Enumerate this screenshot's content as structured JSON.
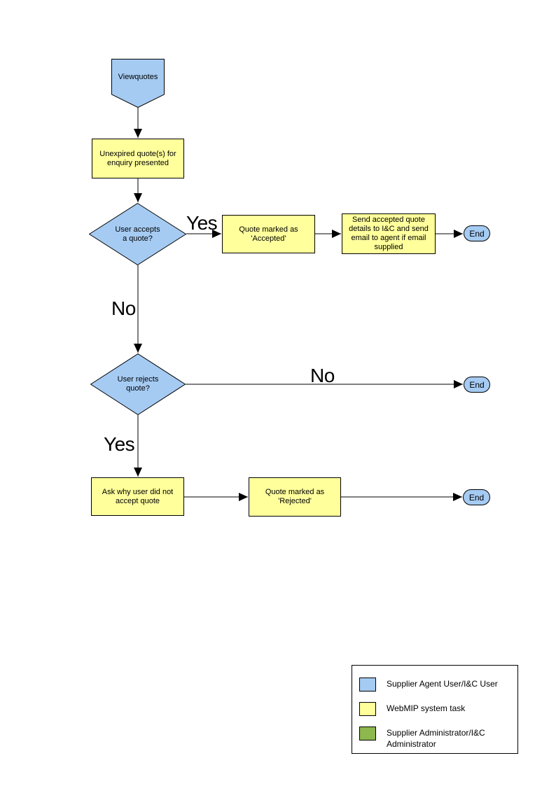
{
  "colors": {
    "user_task_fill": "#A5CBF3",
    "system_task_fill": "#FFFF9C",
    "admin_task_fill": "#8DB84E",
    "outline": "#000000"
  },
  "nodes": {
    "start": {
      "label": "Viewquotes"
    },
    "present_quotes": {
      "label": "Unexpired quote(s) for enquiry presented"
    },
    "accept_decision": {
      "label": "User accepts a quote?"
    },
    "mark_accepted": {
      "label": "Quote  marked as 'Accepted'"
    },
    "send_details": {
      "label": "Send accepted quote details to I&C and send email to agent if email supplied"
    },
    "reject_decision": {
      "label": "User rejects quote?"
    },
    "ask_why": {
      "label": "Ask why user did not accept quote"
    },
    "mark_rejected": {
      "label": "Quote  marked as 'Rejected'"
    },
    "end_accept": {
      "label": "End"
    },
    "end_reject_no": {
      "label": "End"
    },
    "end_reject_yes": {
      "label": "End"
    }
  },
  "edge_labels": {
    "accept_yes": "Yes",
    "accept_no": "No",
    "reject_no": "No",
    "reject_yes": "Yes"
  },
  "legend": {
    "items": [
      {
        "label": "Supplier Agent User/I&C User",
        "color": "#A5CBF3"
      },
      {
        "label": "WebMIP system task",
        "color": "#FFFF9C"
      },
      {
        "label": "Supplier Administrator/I&C Administrator",
        "color": "#8DB84E"
      }
    ]
  }
}
